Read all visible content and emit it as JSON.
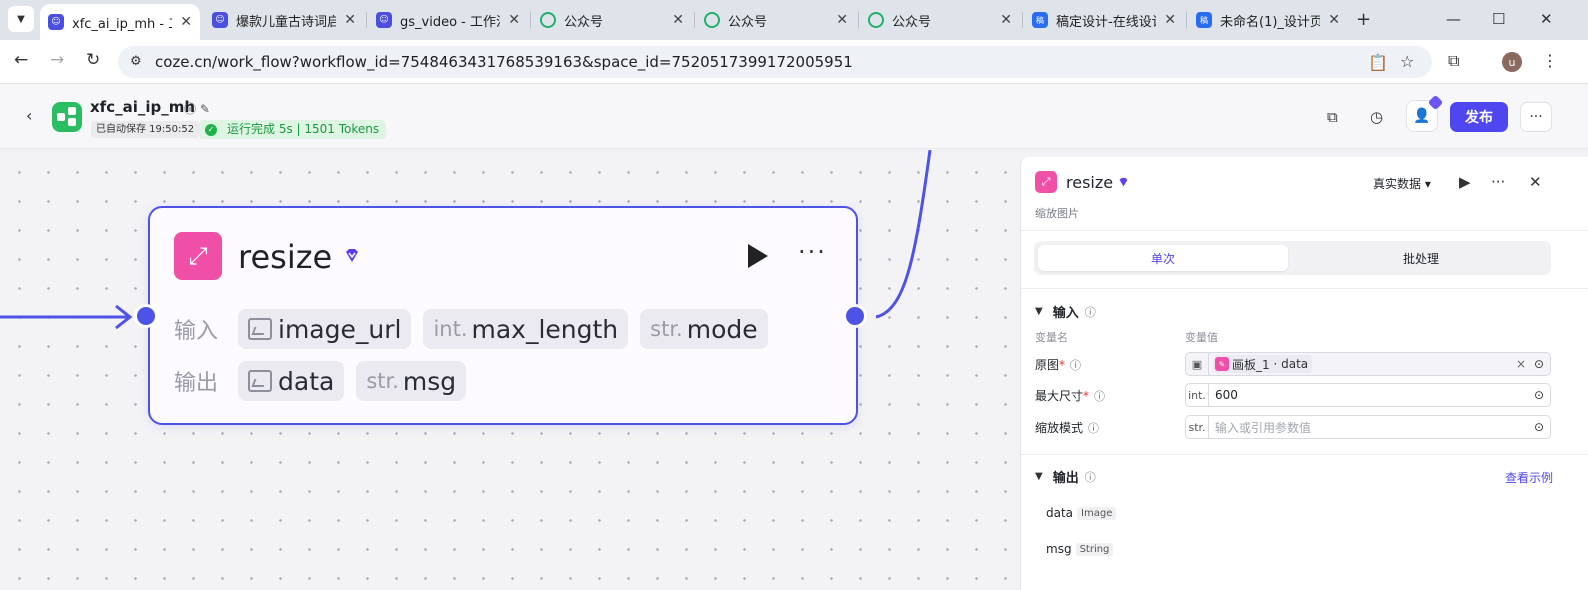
{
  "browser": {
    "tabs": [
      {
        "title": "xfc_ai_ip_mh - 工",
        "icon": "coze-icon",
        "active": true
      },
      {
        "title": "爆款儿童古诗词启",
        "icon": "coze-icon",
        "active": false
      },
      {
        "title": "gs_video - 工作流",
        "icon": "coze-icon",
        "active": false
      },
      {
        "title": "公众号",
        "icon": "wechat-mp-icon",
        "active": false
      },
      {
        "title": "公众号",
        "icon": "wechat-mp-icon",
        "active": false
      },
      {
        "title": "公众号",
        "icon": "wechat-mp-icon",
        "active": false
      },
      {
        "title": "稿定设计-在线设计",
        "icon": "gaoding-icon",
        "active": false
      },
      {
        "title": "未命名(1)_设计页",
        "icon": "gaoding-icon",
        "active": false
      }
    ],
    "url": "coze.cn/work_flow?workflow_id=7548463431768539163&space_id=7520517399172005951",
    "avatar_letter": "u"
  },
  "header": {
    "app_name": "xfc_ai_ip_mh",
    "autosave": "已自动保存 19:50:52",
    "run_status": "运行完成 5s | 1501 Tokens",
    "publish_label": "发布"
  },
  "node": {
    "title": "resize",
    "input_label": "输入",
    "output_label": "输出",
    "inputs": [
      {
        "type": "",
        "name": "image_url"
      },
      {
        "type": "int.",
        "name": "max_length"
      },
      {
        "type": "str.",
        "name": "mode"
      }
    ],
    "outputs": [
      {
        "type": "",
        "name": "data"
      },
      {
        "type": "str.",
        "name": "msg"
      }
    ]
  },
  "panel": {
    "title": "resize",
    "data_mode": "真实数据",
    "subtitle": "缩放图片",
    "tabs": {
      "single": "单次",
      "batch": "批处理"
    },
    "input_section": "输入",
    "col_name": "变量名",
    "col_value": "变量值",
    "params": [
      {
        "label": "原图",
        "required": true,
        "type": "",
        "ref_node": "画板_1",
        "ref_field": "data"
      },
      {
        "label": "最大尺寸",
        "required": true,
        "type": "int.",
        "value": "600"
      },
      {
        "label": "缩放模式",
        "required": false,
        "type": "str.",
        "placeholder": "输入或引用参数值"
      }
    ],
    "output_section": "输出",
    "view_example": "查看示例",
    "outputs": [
      {
        "name": "data",
        "type": "Image"
      },
      {
        "name": "msg",
        "type": "String"
      }
    ]
  },
  "colors": {
    "accent": "#4f46f0",
    "node_border": "#4d53e6",
    "node_icon": "#f04fa8",
    "success": "#1fb24b"
  }
}
